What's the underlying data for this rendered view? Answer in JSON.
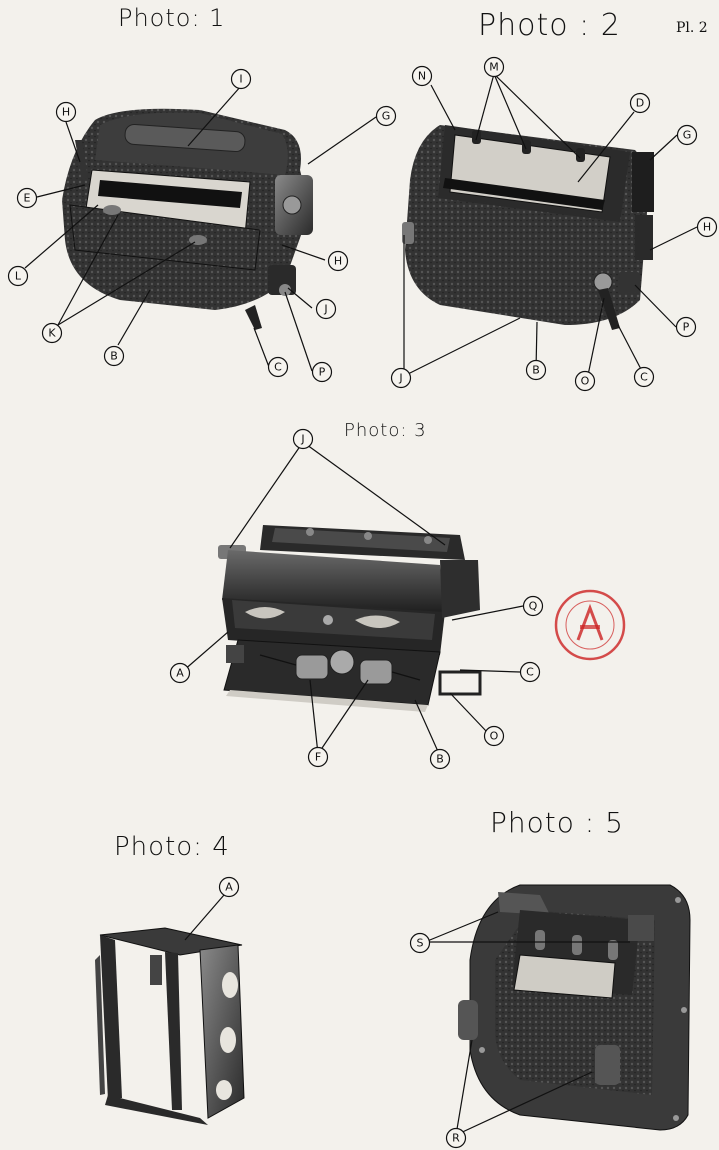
{
  "page": {
    "plate_label": "Pl. 2",
    "photo_titles": [
      "Photo: 1",
      "Photo : 2",
      "Photo: 3",
      "Photo: 4",
      "Photo : 5"
    ]
  },
  "callouts": {
    "photo1": [
      "I",
      "H",
      "G",
      "E",
      "L",
      "K",
      "H",
      "J",
      "B",
      "C",
      "P"
    ],
    "photo2": [
      "N",
      "M",
      "D",
      "G",
      "H",
      "P",
      "J",
      "B",
      "O",
      "C"
    ],
    "photo3": [
      "J",
      "Q",
      "A",
      "C",
      "O",
      "F",
      "B"
    ],
    "photo4": [
      "A"
    ],
    "photo5": [
      "S",
      "R"
    ]
  },
  "colors": {
    "ink": "#111111",
    "paper": "#f3f1ec",
    "stamp": "#cc2222"
  }
}
